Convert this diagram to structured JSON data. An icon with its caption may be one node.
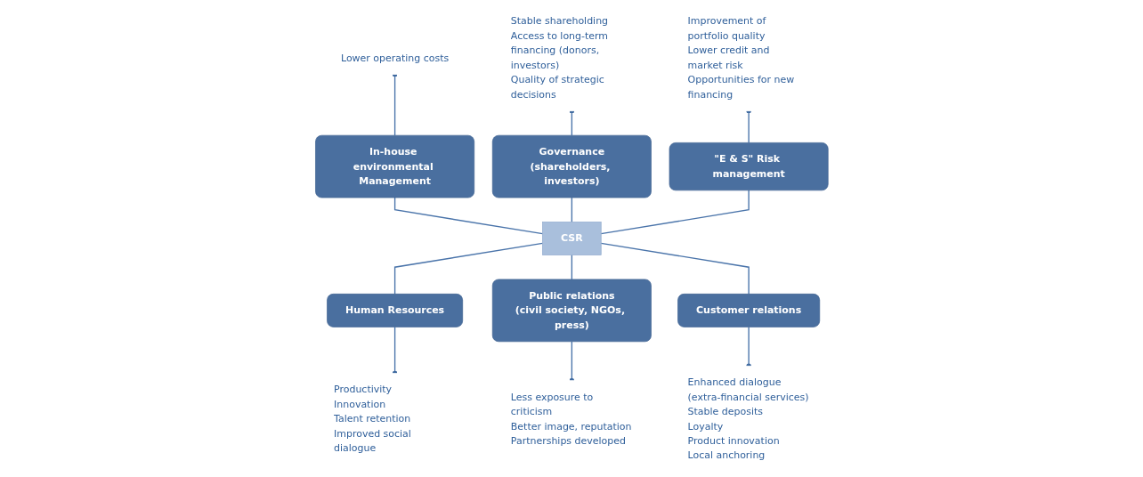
{
  "diagram": {
    "nodes": [
      {
        "text": [
          "Lower operating costs"
        ]
      },
      {
        "text": [
          "Stable shareholding",
          "Access to long-term financing (donors, investors)",
          "Quality of strategic decisions"
        ]
      },
      {
        "text": [
          "Improvement of portfolio quality",
          "Lower credit and market risk",
          "Opportunities for new financing"
        ]
      },
      {
        "text": [
          "In-house environmental Management"
        ]
      },
      {
        "text": [
          "Governance",
          "(shareholders, investors)"
        ]
      },
      {
        "text": [
          "\"E & S\" Risk management"
        ]
      },
      {
        "text": [
          "CSR"
        ]
      },
      {
        "text": [
          "Human Resources"
        ]
      },
      {
        "text": [
          "Public relations",
          "(civil society, NGOs, press)"
        ]
      },
      {
        "text": [
          "Customer relations"
        ]
      },
      {
        "text": [
          "Productivity",
          "Innovation",
          "Talent retention",
          "Improved social dialogue"
        ]
      },
      {
        "text": [
          "Less exposure to criticism",
          "Better image, reputation",
          "Partnerships developed"
        ]
      },
      {
        "text": [
          "Enhanced dialogue (extra-financial services)",
          "Stable deposits",
          "Loyalty",
          "Product innovation",
          "Local anchoring"
        ]
      }
    ],
    "edges": [
      {
        "from": 6,
        "to": 3,
        "arrow": "none"
      },
      {
        "from": 6,
        "to": 4,
        "arrow": "none"
      },
      {
        "from": 6,
        "to": 5,
        "arrow": "none"
      },
      {
        "from": 6,
        "to": 7,
        "arrow": "none"
      },
      {
        "from": 6,
        "to": 8,
        "arrow": "none"
      },
      {
        "from": 6,
        "to": 9,
        "arrow": "none"
      },
      {
        "from": 3,
        "to": 0,
        "arrow": "other"
      },
      {
        "from": 4,
        "to": 1,
        "arrow": "other"
      },
      {
        "from": 5,
        "to": 2,
        "arrow": "other"
      },
      {
        "from": 7,
        "to": 10,
        "arrow": "other"
      },
      {
        "from": 8,
        "to": 11,
        "arrow": "other"
      },
      {
        "from": 9,
        "to": 12,
        "arrow": "other"
      }
    ]
  }
}
